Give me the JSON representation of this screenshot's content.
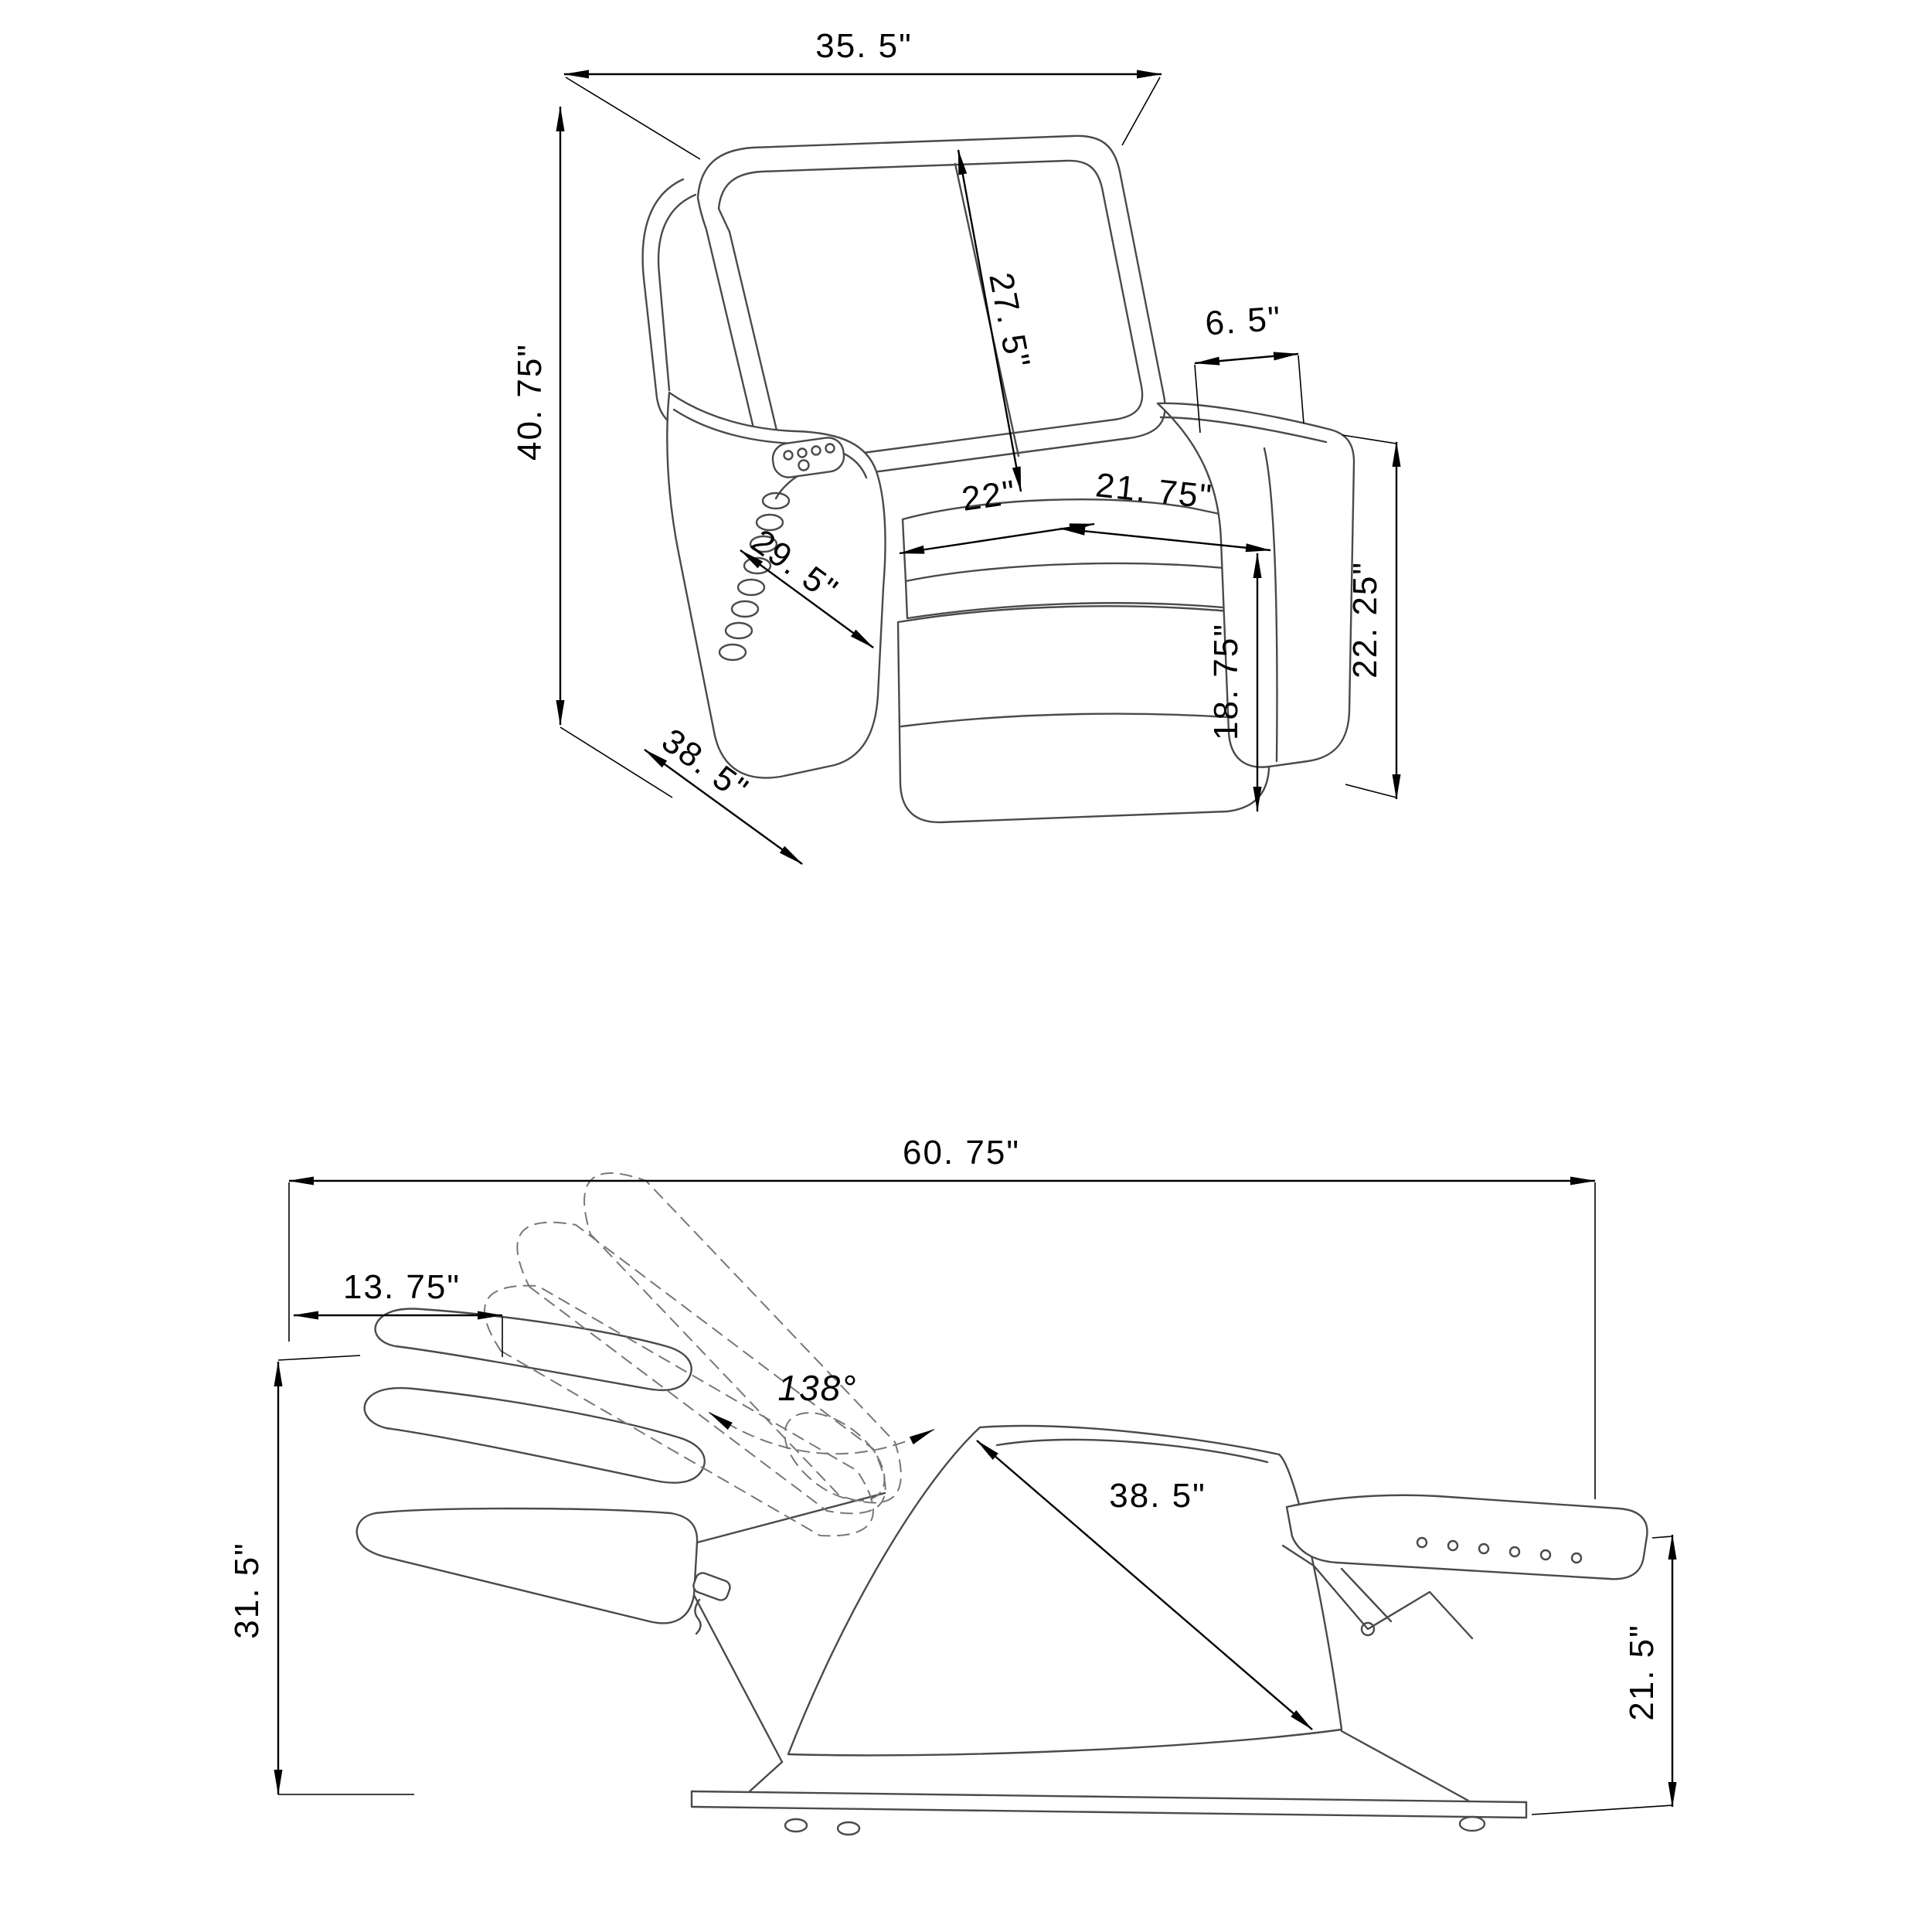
{
  "figure": {
    "type": "furniture-dimension-diagram",
    "subject": "power recliner chair (upright and reclined views)",
    "background": "#ffffff",
    "line_color": "#4a4a4a",
    "dimension_color": "#000000",
    "phantom_line_color": "#777777"
  },
  "upright_view": {
    "overall_width": "35. 5\"",
    "overall_height": "40. 75\"",
    "back_height": "27. 5\"",
    "arm_width": "6. 5\"",
    "seat_width": "22\"",
    "seat_depth": "21. 75\"",
    "arm_length": "29. 5\"",
    "seat_height": "18. 75\"",
    "arm_height": "22. 25\"",
    "overall_depth": "38. 5\""
  },
  "reclined_view": {
    "reclined_length": "60. 75\"",
    "back_clearance": "13. 75\"",
    "recline_angle": "138°",
    "back_length": "38. 5\"",
    "reclined_height": "31. 5\"",
    "footrest_height": "21. 5\""
  }
}
